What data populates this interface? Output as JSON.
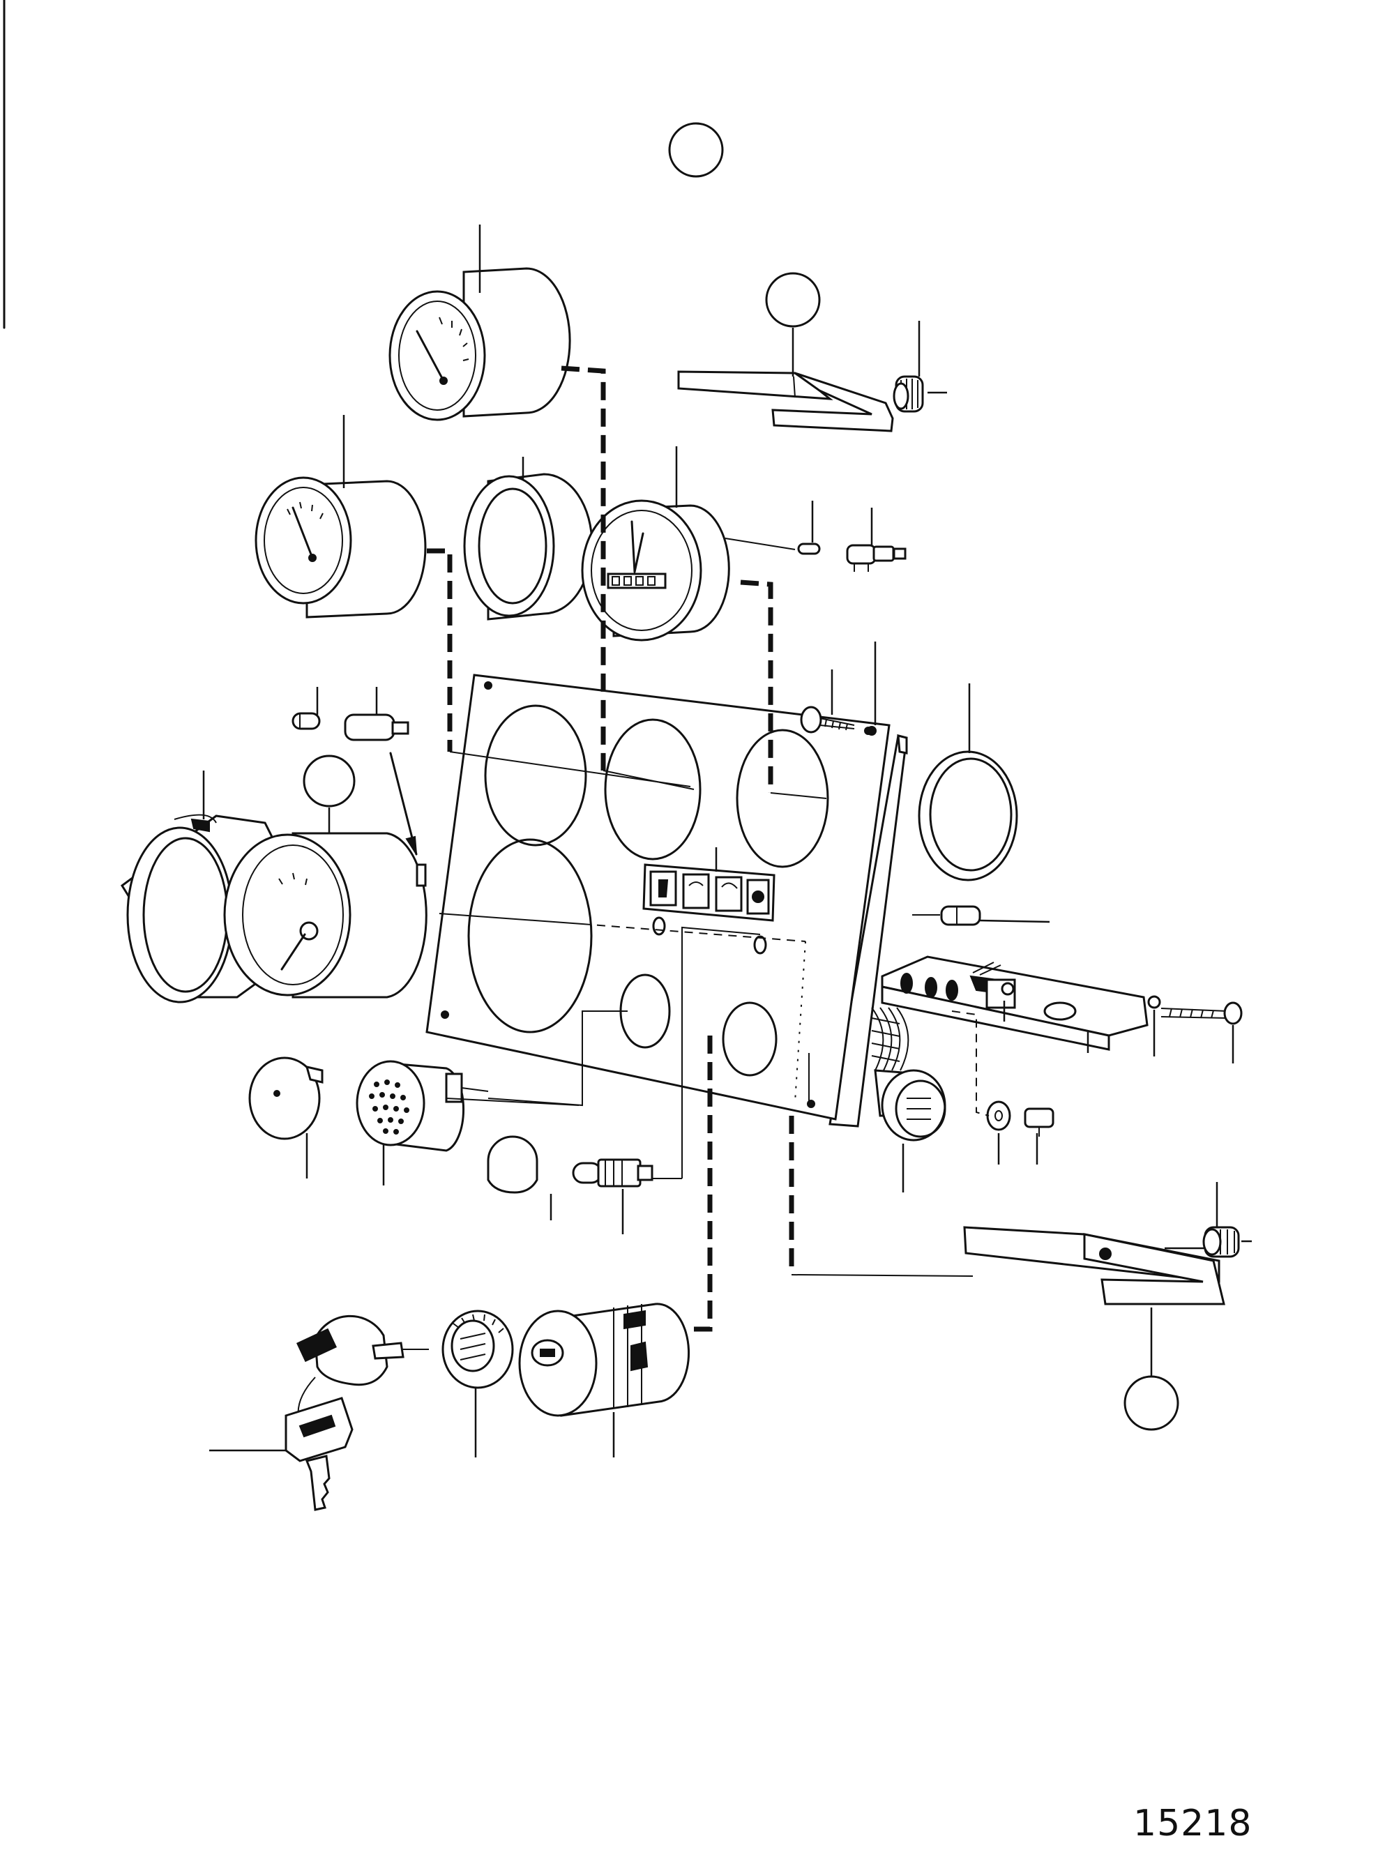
{
  "figure": {
    "number": "15218"
  },
  "callouts": [
    {
      "id": "callout-top",
      "label": ""
    },
    {
      "id": "callout-clamp-top",
      "label": ""
    },
    {
      "id": "callout-tachometer",
      "label": ""
    },
    {
      "id": "callout-clamp-bottom",
      "label": ""
    }
  ],
  "parts": [
    "gauge-top",
    "gauge-left",
    "bezel-ring-small",
    "gauge-clock",
    "bulb-small",
    "bulb-holder",
    "instrument-panel",
    "bezel-ring-right",
    "bezel-ring-large",
    "tachometer",
    "warning-lamp-panel",
    "buzzer-cover",
    "buzzer",
    "lamp-cap",
    "lamp-socket",
    "ignition-key",
    "key-cap",
    "lock-nut",
    "ignition-switch",
    "wire-harness-connector",
    "clamp-bracket-top",
    "clamp-bracket-bottom",
    "knurled-nut",
    "mounting-rail",
    "screw",
    "washer"
  ]
}
